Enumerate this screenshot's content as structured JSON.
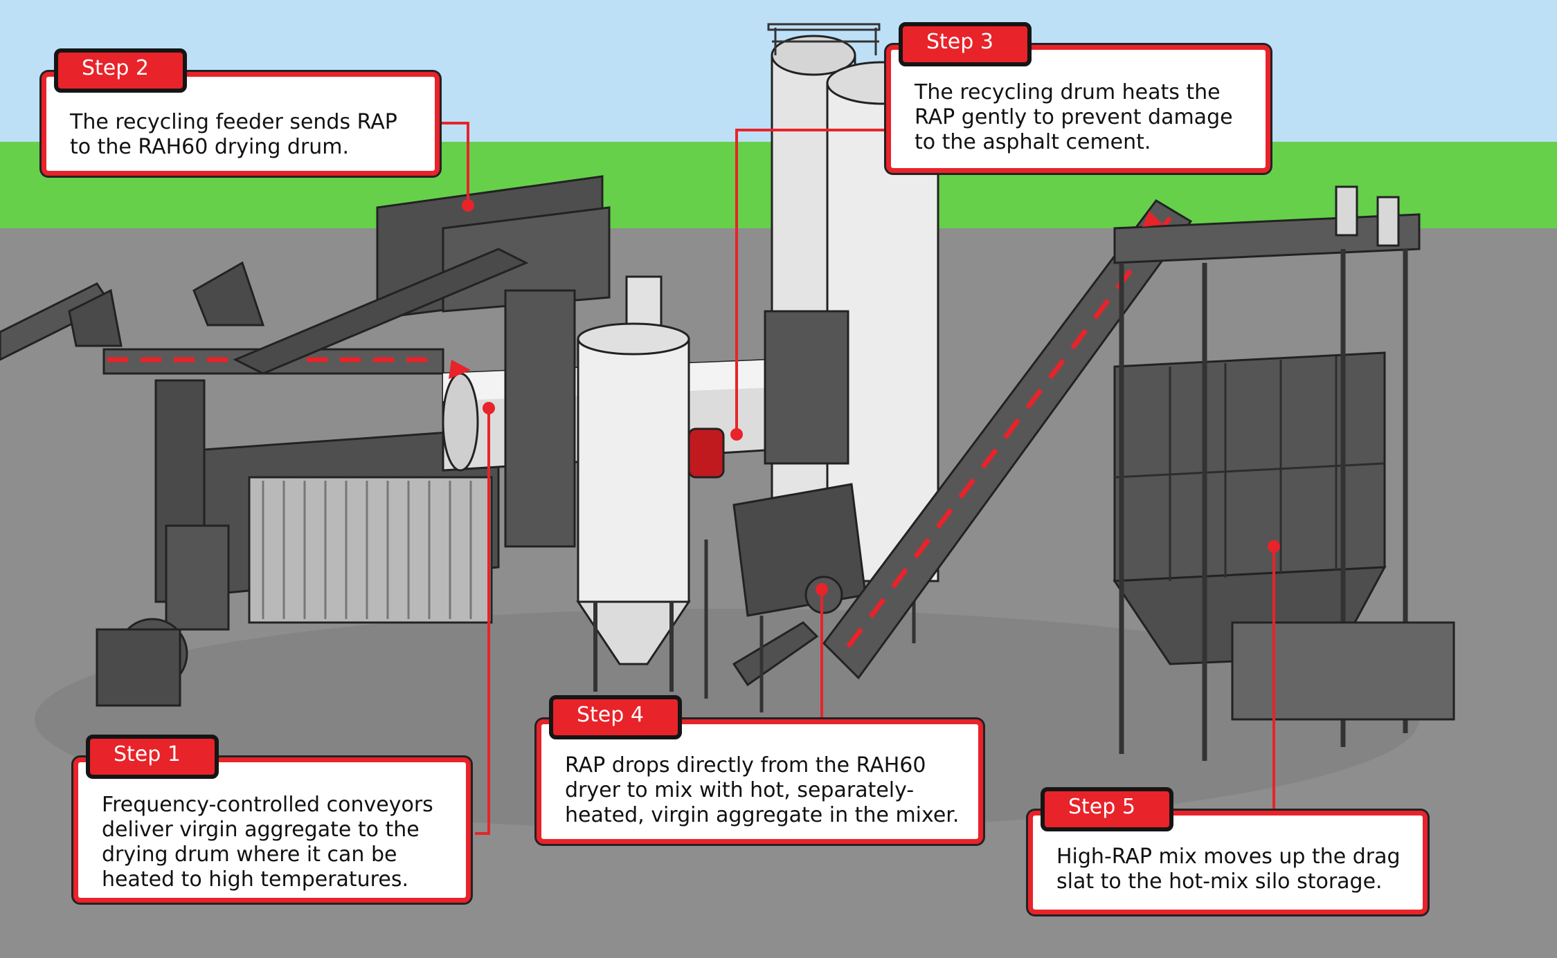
{
  "colors": {
    "sky": "#bde0f7",
    "grass": "#66d04b",
    "ground": "#8e8e8e",
    "machinery": "#4b4b4b",
    "accent_red": "#e8232a",
    "silo_white": "#efefef"
  },
  "steps": [
    {
      "tag": "Step 1",
      "text": "Frequency-controlled conveyors deliver virgin aggregate to the drying drum where it can be heated to high temperatures."
    },
    {
      "tag": "Step 2",
      "text": "The recycling feeder sends RAP to the RAH60 drying drum."
    },
    {
      "tag": "Step 3",
      "text": "The recycling drum heats the RAP gently to prevent damage to the asphalt cement."
    },
    {
      "tag": "Step 4",
      "text": "RAP drops directly from the RAH60 dryer to mix with hot, separately-heated, virgin aggregate in the mixer."
    },
    {
      "tag": "Step 5",
      "text": "High-RAP mix moves up the drag slat to the hot-mix silo storage."
    }
  ]
}
